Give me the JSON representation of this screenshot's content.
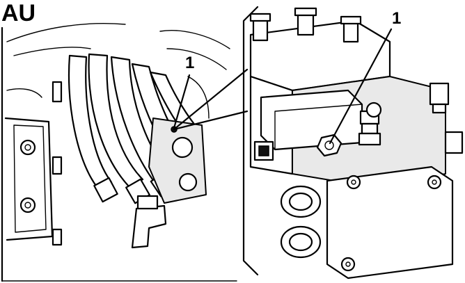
{
  "figure": {
    "tag": "AU",
    "callouts": [
      {
        "id": "left",
        "text": "1"
      },
      {
        "id": "right",
        "text": "1"
      }
    ]
  }
}
